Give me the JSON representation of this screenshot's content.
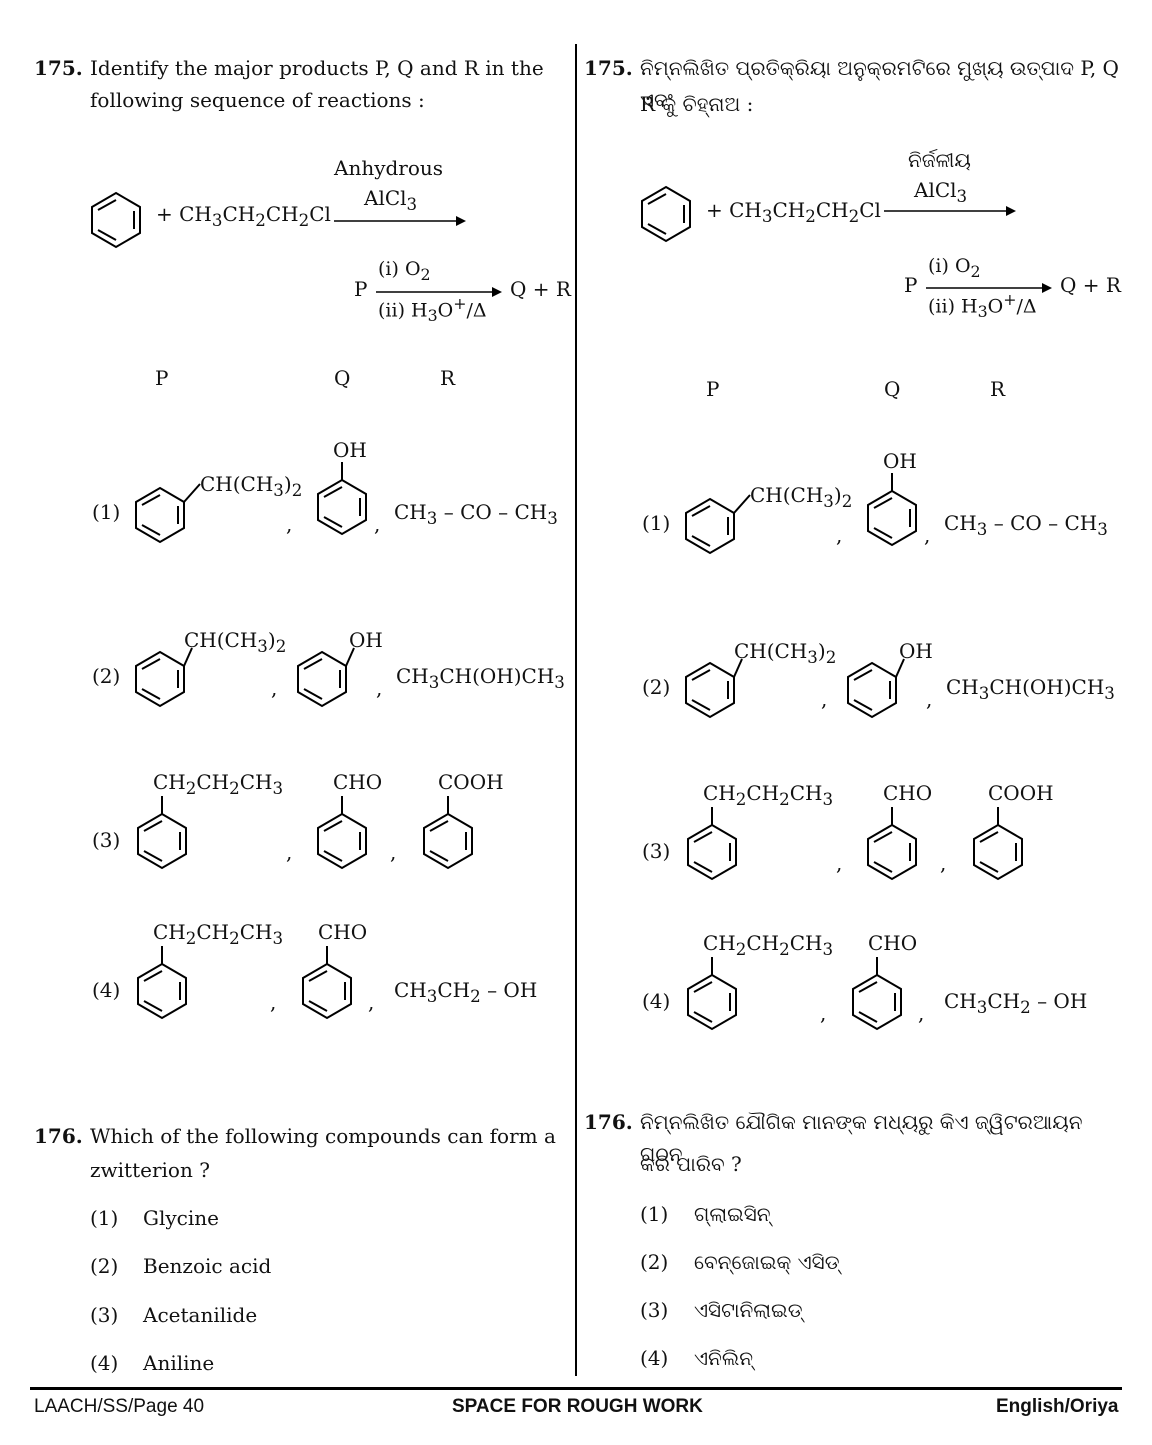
{
  "left": {
    "q175": {
      "number": "175.",
      "line1": "Identify the major products P, Q and R in the",
      "line2": "following sequence of reactions :",
      "cond1": "Anhydrous",
      "cond2": "AlCl3",
      "reagent": "+ CH3CH2CH2Cl",
      "step2_p": "P",
      "step2_top": "(i) O2",
      "step2_bottom": "(ii) H3O+/Δ",
      "step2_products": "Q + R",
      "headers": [
        "P",
        "Q",
        "R"
      ],
      "options": [
        {
          "label": "(1)",
          "p_sub": "CH(CH3)2",
          "q_sub": "OH",
          "r": "CH3 – CO – CH3"
        },
        {
          "label": "(2)",
          "p_sub": "CH(CH3)2",
          "q_sub": "OH",
          "r": "CH3CH(OH)CH3"
        },
        {
          "label": "(3)",
          "p_sub": "CH2CH2CH3",
          "q_sub": "CHO",
          "r_sub": "COOH"
        },
        {
          "label": "(4)",
          "p_sub": "CH2CH2CH3",
          "q_sub": "CHO",
          "r": "CH3CH2 – OH"
        }
      ]
    },
    "q176": {
      "number": "176.",
      "line1": "Which of the following compounds can form a",
      "line2": "zwitterion ?",
      "options": [
        {
          "label": "(1)",
          "text": "Glycine"
        },
        {
          "label": "(2)",
          "text": "Benzoic acid"
        },
        {
          "label": "(3)",
          "text": "Acetanilide"
        },
        {
          "label": "(4)",
          "text": "Aniline"
        }
      ]
    }
  },
  "right": {
    "q175": {
      "number": "175.",
      "line1": "ନିମ୍ନଲିଖିତ ପ୍ରତିକ୍ରିୟା ଅନୁକ୍ରମଟିରେ ମୁଖ୍ୟ ଉତ୍ପାଦ P, Q ଏବଂ",
      "line2": "R କୁ ଚିହ୍ନାଅ :",
      "cond1": "ନିର୍ଜଳୀୟ",
      "cond2": "AlCl3",
      "reagent": "+ CH3CH2CH2Cl",
      "step2_p": "P",
      "step2_top": "(i) O2",
      "step2_bottom": "(ii) H3O+/Δ",
      "step2_products": "Q + R",
      "headers": [
        "P",
        "Q",
        "R"
      ],
      "options": [
        {
          "label": "(1)",
          "p_sub": "CH(CH3)2",
          "q_sub": "OH",
          "r": "CH3 – CO – CH3"
        },
        {
          "label": "(2)",
          "p_sub": "CH(CH3)2",
          "q_sub": "OH",
          "r": "CH3CH(OH)CH3"
        },
        {
          "label": "(3)",
          "p_sub": "CH2CH2CH3",
          "q_sub": "CHO",
          "r_sub": "COOH"
        },
        {
          "label": "(4)",
          "p_sub": "CH2CH2CH3",
          "q_sub": "CHO",
          "r": "CH3CH2 – OH"
        }
      ]
    },
    "q176": {
      "number": "176.",
      "line1": "ନିମ୍ନଲିଖିତ ଯୌଗିକ ମାନଙ୍କ ମଧ୍ୟରୁ କିଏ ଜ୍ୱିଟରଆୟନ ଗଠନ",
      "line2": "କରି ପାରିବ ?",
      "options": [
        {
          "label": "(1)",
          "text": "ଗ୍ଲାଇସିନ୍"
        },
        {
          "label": "(2)",
          "text": "ବେନ୍‌ଜୋଇକ୍ ଏସିଡ୍"
        },
        {
          "label": "(3)",
          "text": "ଏସିଟାନିଲାଇଡ୍"
        },
        {
          "label": "(4)",
          "text": "ଏନିଲିନ୍"
        }
      ]
    }
  },
  "footer": {
    "left": "LAACH/SS/Page 40",
    "center": "SPACE FOR ROUGH WORK",
    "right": "English/Oriya"
  }
}
